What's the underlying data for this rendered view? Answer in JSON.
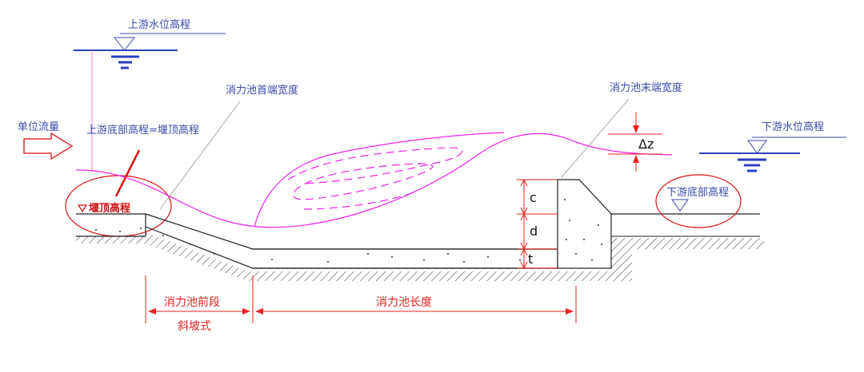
{
  "labels": {
    "upstream_water_level": "上游水位高程",
    "unit_discharge": "单位流量",
    "upstream_bottom_equals_weir_top": "上游底部高程=堰顶高程",
    "weir_top_elevation": "堰顶高程",
    "basin_inlet_width": "消力池首端宽度",
    "basin_outlet_width": "消力池末端宽度",
    "downstream_water_level": "下游水位高程",
    "downstream_bottom_elevation": "下游底部高程",
    "delta_z": "Δz",
    "dim_c": "c",
    "dim_d": "d",
    "dim_t": "t",
    "basin_front_section": "消力池前段",
    "slope_type": "斜坡式",
    "basin_length": "消力池长度"
  },
  "colors": {
    "annotation_blue": "#3a4aa8",
    "water_symbol_blue": "#2a3fbf",
    "water_surface_magenta": "#ee22ee",
    "red_annotation": "#dd1111",
    "dimension_red": "#ee2222",
    "structure_black": "#222222"
  },
  "icons": {
    "discharge_arrow": "outline-right-arrow",
    "water_level_marker": "inverted-triangle-with-bars",
    "elevation_marker": "inverted-triangle"
  }
}
